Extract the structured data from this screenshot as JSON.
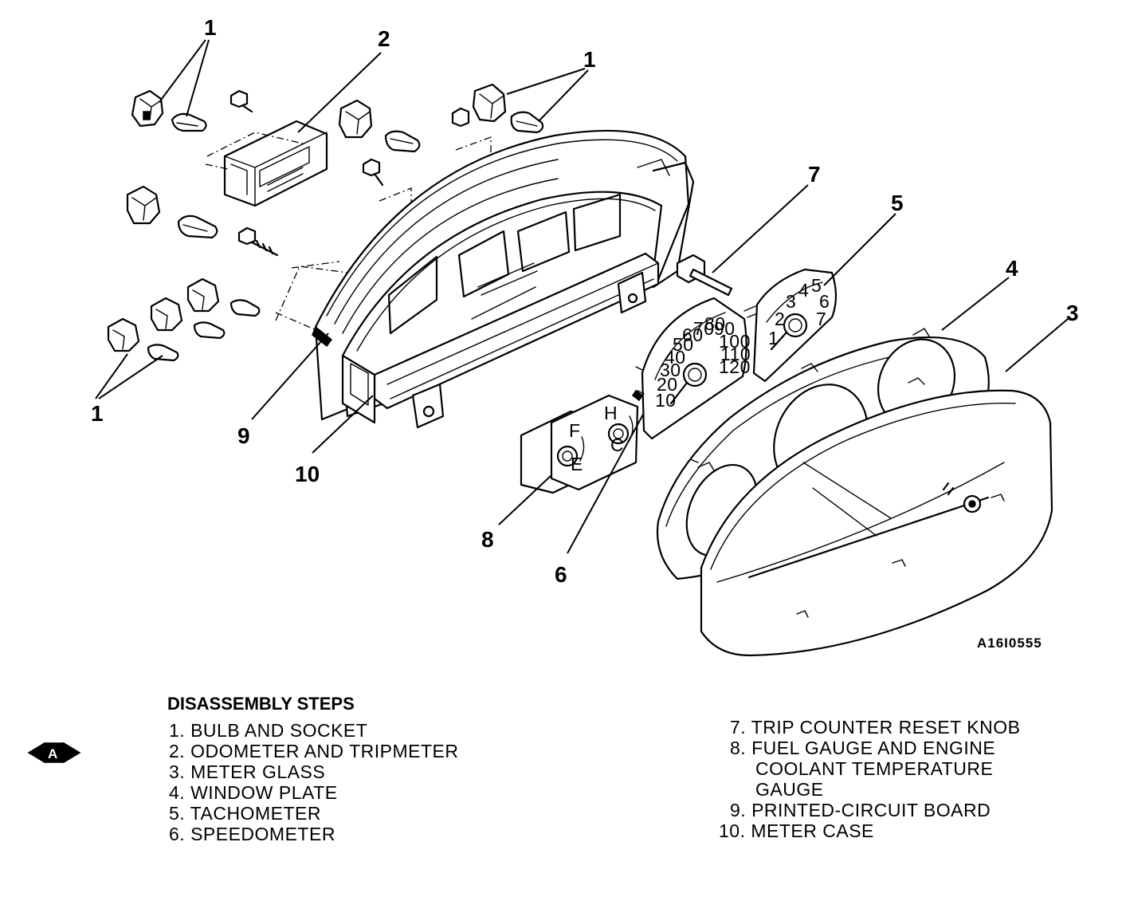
{
  "callouts": {
    "c1a": "1",
    "c1b": "1",
    "c1c": "1",
    "c2": "2",
    "c3": "3",
    "c4": "4",
    "c5": "5",
    "c6": "6",
    "c7": "7",
    "c8": "8",
    "c9": "9",
    "c10": "10"
  },
  "figure_code": "A16I0555",
  "steps_heading": "DISASSEMBLY STEPS",
  "marker": "A",
  "steps_left": [
    "1. BULB AND SOCKET",
    "2. ODOMETER AND TRIPMETER",
    "3. METER GLASS",
    "4. WINDOW PLATE",
    "5. TACHOMETER",
    "6. SPEEDOMETER"
  ],
  "steps_right": [
    "7. TRIP COUNTER RESET KNOB",
    "8. FUEL GAUGE AND ENGINE",
    "COOLANT TEMPERATURE",
    "GAUGE",
    "9. PRINTED-CIRCUIT BOARD",
    "10. METER CASE"
  ],
  "gauge_labels": {
    "speedo": [
      "10",
      "20",
      "30",
      "40",
      "50",
      "60",
      "70",
      "80",
      "90",
      "100",
      "110",
      "120"
    ],
    "tacho": [
      "1",
      "2",
      "3",
      "4",
      "5",
      "6",
      "7"
    ],
    "fuel": [
      "F",
      "E"
    ],
    "temp": [
      "H",
      "C"
    ]
  }
}
